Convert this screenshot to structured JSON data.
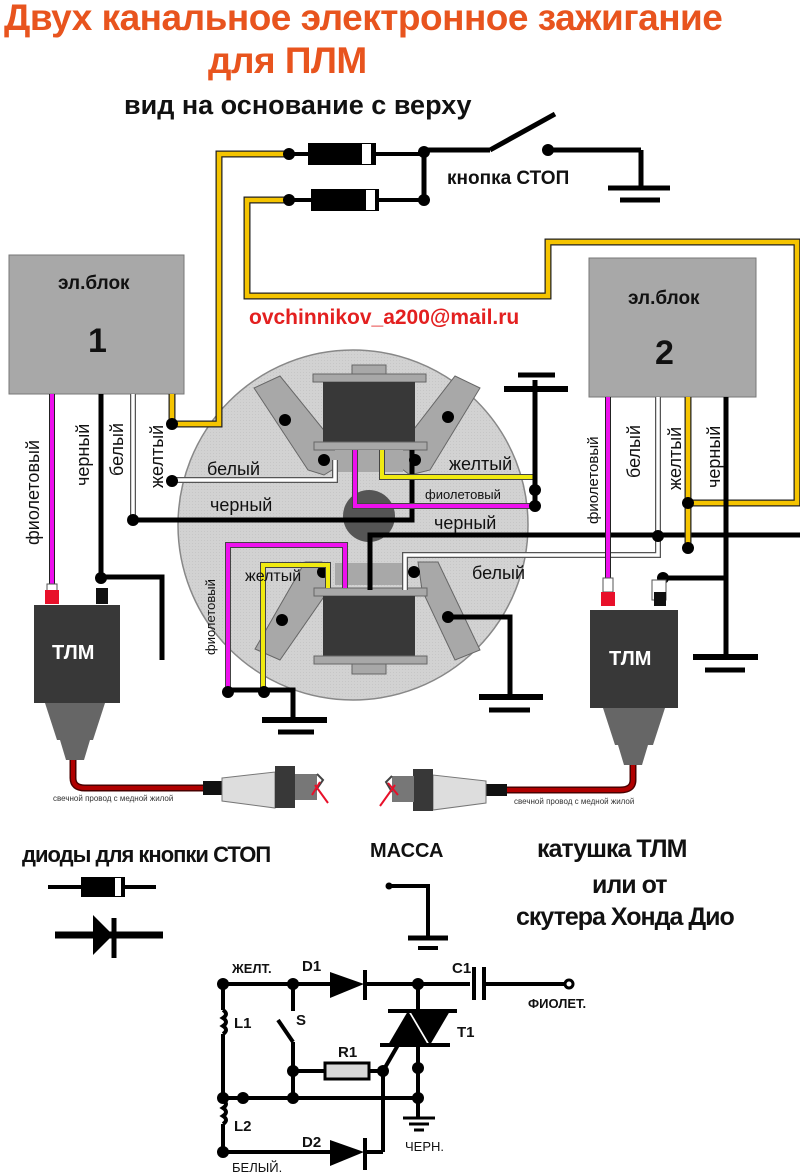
{
  "header": {
    "title_line1": "Двух канальное электронное зажигание",
    "title_line2": "для ПЛМ",
    "subtitle": "вид на основание с верху",
    "email": "ovchinnikov_a200@mail.ru"
  },
  "stop_button": {
    "label": "кнопка СТОП"
  },
  "blocks": [
    {
      "label": "эл.блок",
      "number": "1"
    },
    {
      "label": "эл.блок",
      "number": "2"
    }
  ],
  "wires_block1": [
    "фиолетовый",
    "черный",
    "белый",
    "желтый"
  ],
  "wires_block2": [
    "фиолетовый",
    "белый",
    "желтый",
    "черный"
  ],
  "stator_labels": {
    "white_top": "белый",
    "black_top": "черный",
    "yellow_top": "желтый",
    "violet_top": "фиолетовый",
    "black_mid": "черный",
    "violet_bottom": "фиолетовый",
    "yellow_bottom": "желтый",
    "white_bottom": "белый"
  },
  "coils": [
    {
      "label": "ТЛМ",
      "wire_caption": "свечной провод с медной жилой"
    },
    {
      "label": "ТЛМ",
      "wire_caption": "свечной провод с медной жилой"
    }
  ],
  "legend": {
    "diodes_title": "диоды для  кнопки СТОП",
    "ground_title": "МАССА",
    "coil_note_line1": "катушка ТЛМ",
    "coil_note_line2": "или от",
    "coil_note_line3": "скутера Хонда Дио"
  },
  "schematic": {
    "yellow": "ЖЕЛТ.",
    "white": "БЕЛЫЙ.",
    "black": "ЧЕРН.",
    "violet": "ФИОЛЕТ.",
    "d1": "D1",
    "d2": "D2",
    "c1": "C1",
    "l1": "L1",
    "l2": "L2",
    "s": "S",
    "r1": "R1",
    "t1": "T1"
  },
  "colors": {
    "title": "#e8541e",
    "email": "#e32020",
    "yellow_wire": "#f5c400",
    "bright_yellow_wire": "#f0ea10",
    "violet_wire": "#ee10ee",
    "red_wire": "#b00000",
    "block_gray": "#a8a8a8",
    "stator_gray": "#d2d2d2",
    "coil_dark": "#383838"
  }
}
